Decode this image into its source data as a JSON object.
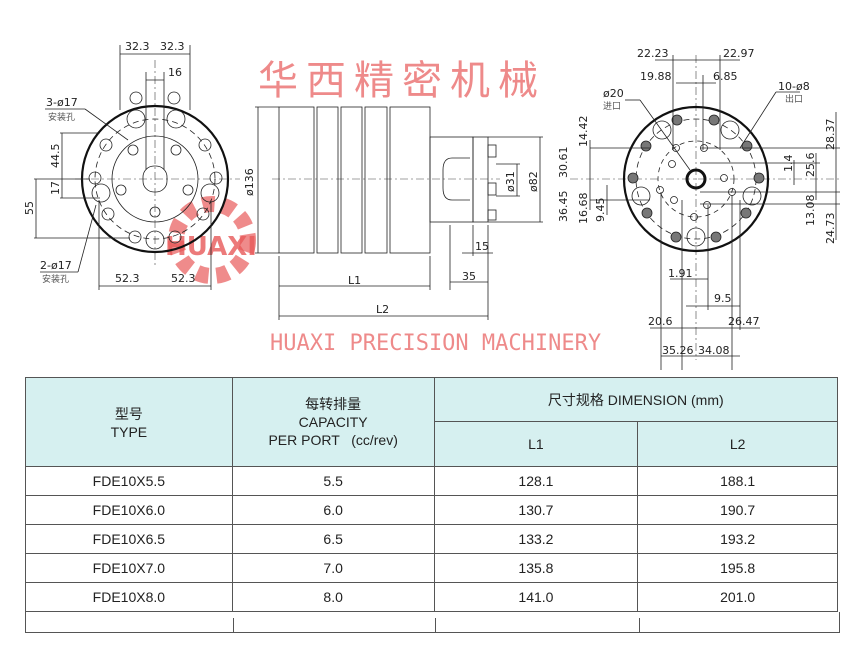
{
  "drawing": {
    "front_view": {
      "dims": [
        "32.3",
        "32.3",
        "16",
        "44.5",
        "17",
        "55",
        "52.3",
        "52.3"
      ],
      "hole_note_top": "3-ø17",
      "hole_note_top_cn": "安装孔",
      "hole_note_bottom": "2-ø17",
      "hole_note_bottom_cn": "安装孔"
    },
    "side_view": {
      "dims": [
        "ø136",
        "L1",
        "L2",
        "35",
        "15",
        "ø31",
        "ø82"
      ]
    },
    "rear_view": {
      "dims": [
        "36.45",
        "30.61",
        "14.42",
        "16.68",
        "9.45",
        "22.23",
        "22.97",
        "19.88",
        "6.85",
        "28.37",
        "25.6",
        "1.4",
        "13.08",
        "24.73",
        "1.91",
        "9.5",
        "20.6",
        "26.47",
        "35.26",
        "34.08"
      ],
      "inlet_label": "ø20",
      "inlet_label_cn": "进口",
      "outlet_label": "10-ø8",
      "outlet_label_cn": "出口"
    },
    "watermark": {
      "cn": "华西精密机械",
      "en": "HUAXI PRECISION MACHINERY",
      "logo": "HUAXI"
    },
    "colors": {
      "watermark": "#e85a5a",
      "header_bg": "#d6f0f0"
    }
  },
  "table": {
    "headers": {
      "type_cn": "型号",
      "type_en": "TYPE",
      "capacity_cn": "每转排量",
      "capacity_en": "CAPACITY",
      "capacity_unit": "PER PORT   (cc/rev)",
      "dimension": "尺寸规格 DIMENSION  (mm)",
      "l1": "L1",
      "l2": "L2"
    },
    "rows": [
      [
        "FDE10X5.5",
        "5.5",
        "128.1",
        "188.1"
      ],
      [
        "FDE10X6.0",
        "6.0",
        "130.7",
        "190.7"
      ],
      [
        "FDE10X6.5",
        "6.5",
        "133.2",
        "193.2"
      ],
      [
        "FDE10X7.0",
        "7.0",
        "135.8",
        "195.8"
      ],
      [
        "FDE10X8.0",
        "8.0",
        "141.0",
        "201.0"
      ]
    ]
  }
}
